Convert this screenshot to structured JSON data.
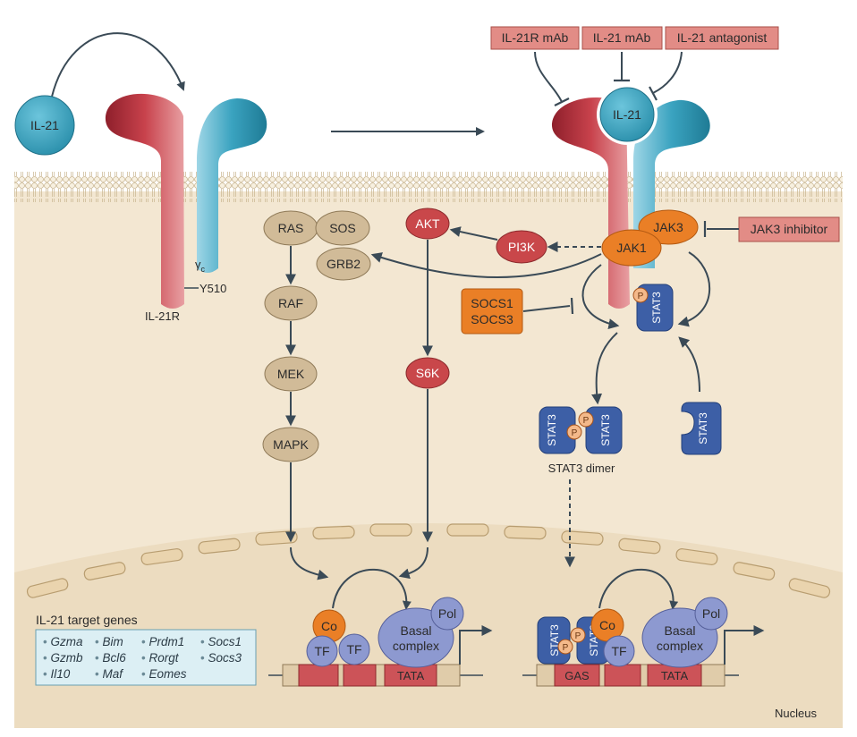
{
  "diagram": {
    "ligand": "IL-21",
    "receptor": {
      "il21r_label": "IL-21R",
      "gamma_c_label": "γ",
      "gamma_c_sub": "c",
      "residue_label": "Y510"
    },
    "inhibitors_top": [
      "IL-21R mAb",
      "IL-21 mAb",
      "IL-21 antagonist"
    ],
    "jak3_inhibitor": "JAK3 inhibitor",
    "kinases": {
      "jak1": "JAK1",
      "jak3": "JAK3"
    },
    "mapk_pathway": [
      "RAS",
      "SOS",
      "GRB2",
      "RAF",
      "MEK",
      "MAPK"
    ],
    "pi3k_pathway": [
      "PI3K",
      "AKT",
      "S6K"
    ],
    "socs": [
      "SOCS1",
      "SOCS3"
    ],
    "stat": {
      "name": "STAT3",
      "phospho": "P",
      "dimer_label": "STAT3 dimer"
    },
    "transcription_left": {
      "co": "Co",
      "tf": "TF",
      "basal_lines": [
        "Basal",
        "complex"
      ],
      "pol": "Pol",
      "tata": "TATA"
    },
    "transcription_right": {
      "co": "Co",
      "tf": "TF",
      "basal_lines": [
        "Basal",
        "complex"
      ],
      "pol": "Pol",
      "tata": "TATA",
      "gas": "GAS"
    },
    "target_genes": {
      "title": "IL-21 target genes",
      "columns": [
        [
          "Gzma",
          "Gzmb",
          "Il10"
        ],
        [
          "Bim",
          "Bcl6",
          "Maf"
        ],
        [
          "Prdm1",
          "Rorgt",
          "Eomes"
        ],
        [
          "Socs1",
          "Socs3"
        ]
      ]
    },
    "nucleus_label": "Nucleus",
    "colors": {
      "cytoplasm": "#f3e7d2",
      "nucleus": "#ecdcc0",
      "il21r_red": "#b4303b",
      "gamma_c_teal": "#2b93ae",
      "il21_teal": "#36a9c6",
      "orange": "#ea7f26",
      "red_node": "#c9474a",
      "tan_node": "#d1bb98",
      "stat_blue": "#3d5fa6",
      "complex_lavender": "#8d99d0",
      "inhibitor_box": "#e28c86",
      "dna_beige": "#e0ccaa",
      "dna_red": "#cc5358"
    }
  }
}
